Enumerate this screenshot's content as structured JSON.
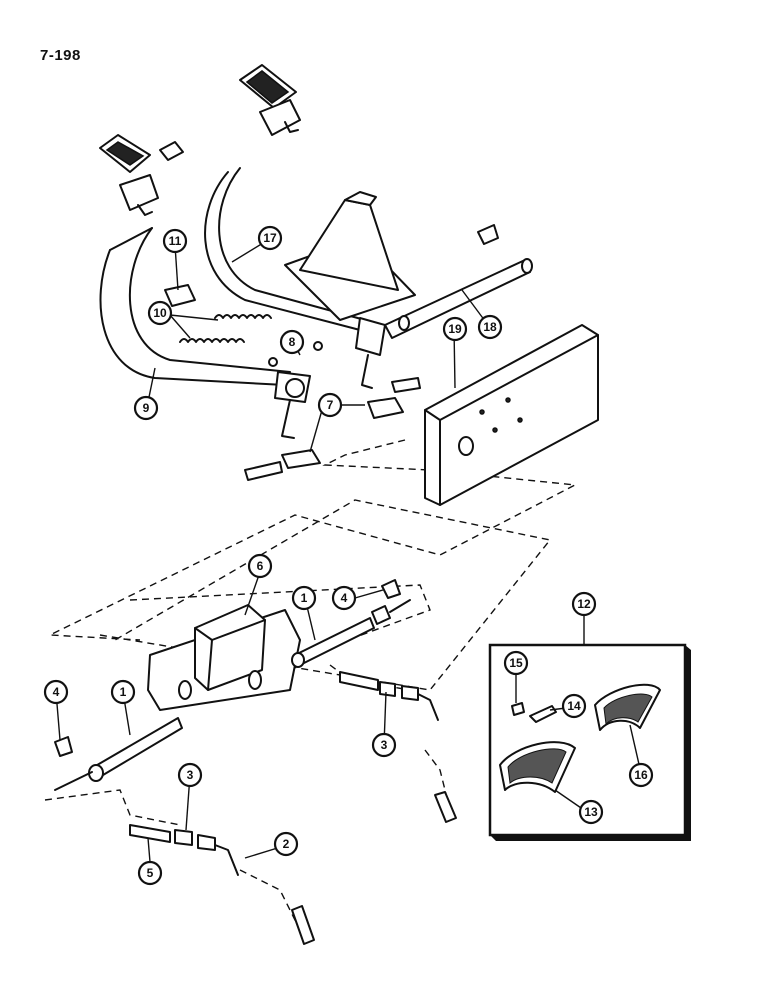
{
  "page": {
    "number": "7-198"
  },
  "callouts": [
    {
      "id": "c1a",
      "label": "1"
    },
    {
      "id": "c1b",
      "label": "1"
    },
    {
      "id": "c2",
      "label": "2"
    },
    {
      "id": "c3a",
      "label": "3"
    },
    {
      "id": "c3b",
      "label": "3"
    },
    {
      "id": "c4a",
      "label": "4"
    },
    {
      "id": "c4b",
      "label": "4"
    },
    {
      "id": "c5",
      "label": "5"
    },
    {
      "id": "c6",
      "label": "6"
    },
    {
      "id": "c7",
      "label": "7"
    },
    {
      "id": "c8",
      "label": "8"
    },
    {
      "id": "c9",
      "label": "9"
    },
    {
      "id": "c10",
      "label": "10"
    },
    {
      "id": "c11",
      "label": "11"
    },
    {
      "id": "c12",
      "label": "12"
    },
    {
      "id": "c13",
      "label": "13"
    },
    {
      "id": "c14",
      "label": "14"
    },
    {
      "id": "c15",
      "label": "15"
    },
    {
      "id": "c16",
      "label": "16"
    },
    {
      "id": "c17",
      "label": "17"
    },
    {
      "id": "c18",
      "label": "18"
    },
    {
      "id": "c19",
      "label": "19"
    }
  ]
}
